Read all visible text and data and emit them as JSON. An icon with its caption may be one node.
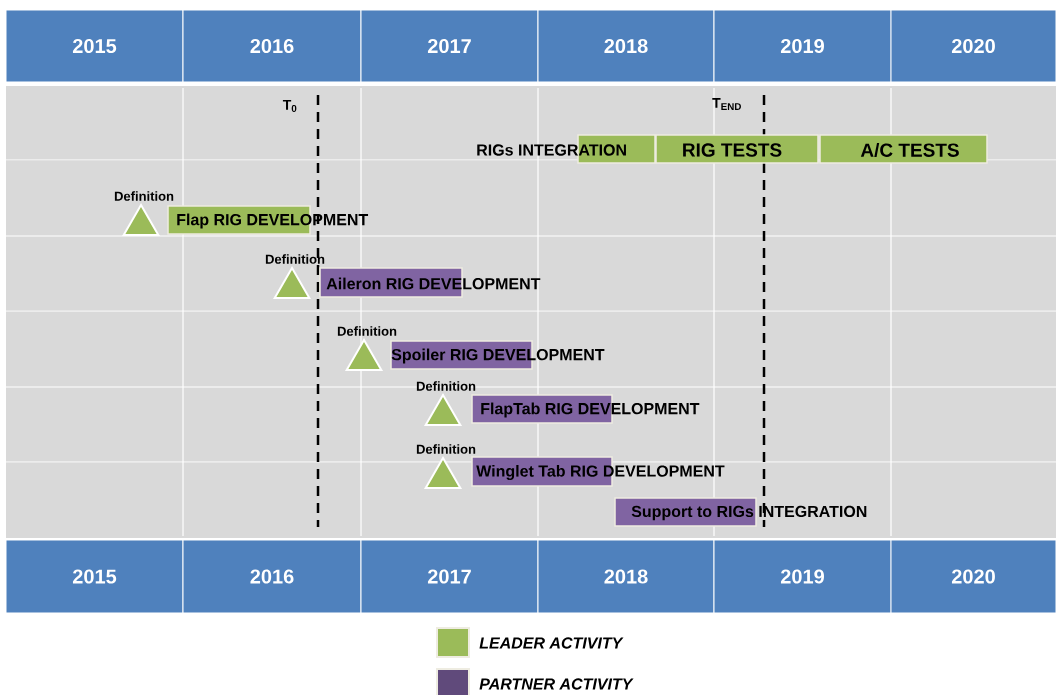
{
  "diagram": {
    "nodes": [
      {
        "text": [
          "2015"
        ]
      },
      {
        "text": [
          "2016"
        ]
      },
      {
        "text": [
          "2017"
        ]
      },
      {
        "text": [
          "2018"
        ]
      },
      {
        "text": [
          "2019"
        ]
      },
      {
        "text": [
          "2020"
        ]
      },
      {
        "text": [
          "RIGs INTEGRATION"
        ]
      },
      {
        "text": [
          "RIG TESTS"
        ]
      },
      {
        "text": [
          "A/C TESTS"
        ]
      },
      {
        "text": [],
        "shape": "triangle",
        "beside": [
          "Definition"
        ]
      },
      {
        "text": [
          "Flap RIG DEVELOPMENT"
        ]
      },
      {
        "text": [],
        "shape": "triangle",
        "beside": [
          "Definition"
        ]
      },
      {
        "text": [
          "Aileron RIG DEVELOPMENT"
        ]
      },
      {
        "text": [],
        "shape": "triangle",
        "beside": [
          "Definition"
        ]
      },
      {
        "text": [
          "Spoiler RIG DEVELOPMENT"
        ]
      },
      {
        "text": [],
        "shape": "triangle",
        "beside": [
          "Definition"
        ]
      },
      {
        "text": [
          "FlapTab RIG DEVELOPMENT"
        ]
      },
      {
        "text": [],
        "shape": "triangle",
        "beside": [
          "Definition"
        ]
      },
      {
        "text": [
          "Winglet Tab RIG DEVELOPMENT"
        ]
      },
      {
        "text": [
          "Support to RIGs INTEGRATION"
        ]
      },
      {
        "text": [
          "2015"
        ]
      },
      {
        "text": [
          "2016"
        ]
      },
      {
        "text": [
          "2017"
        ]
      },
      {
        "text": [
          "2018"
        ]
      },
      {
        "text": [
          "2019"
        ]
      },
      {
        "text": [
          "2020"
        ]
      }
    ],
    "labels": [
      "T$_{0}$",
      "T$_{END}$"
    ],
    "legend": [
      {
        "text": "LEADER ACTIVITY",
        "color": "#9bbb59"
      },
      {
        "text": "PARTNER ACTIVITY",
        "color": "#604a7b"
      }
    ]
  }
}
